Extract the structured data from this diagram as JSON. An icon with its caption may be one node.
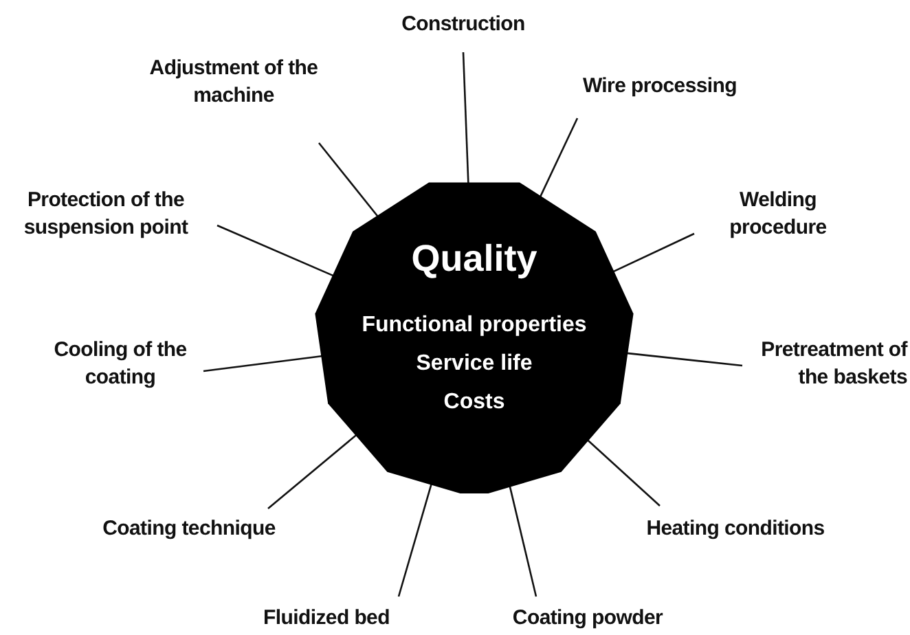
{
  "diagram": {
    "nodes": [
      {
        "text": [
          "Quality",
          "Functional properties",
          "Service life",
          "Costs"
        ]
      },
      {
        "text": [
          "Construction"
        ]
      },
      {
        "text": [
          "Wire processing"
        ]
      },
      {
        "text": [
          "Welding procedure"
        ]
      },
      {
        "text": [
          "Pretreatment of the baskets"
        ]
      },
      {
        "text": [
          "Heating conditions"
        ]
      },
      {
        "text": [
          "Coating powder"
        ]
      },
      {
        "text": [
          "Fluidized bed"
        ]
      },
      {
        "text": [
          "Coating technique"
        ]
      },
      {
        "text": [
          "Cooling of the coating"
        ]
      },
      {
        "text": [
          "Protection of the suspension point"
        ]
      },
      {
        "text": [
          "Adjustment of the machine"
        ]
      }
    ],
    "edges": [
      {
        "from": 0,
        "to": 1,
        "arrow": "none"
      },
      {
        "from": 0,
        "to": 2,
        "arrow": "none"
      },
      {
        "from": 0,
        "to": 3,
        "arrow": "none"
      },
      {
        "from": 0,
        "to": 4,
        "arrow": "none"
      },
      {
        "from": 0,
        "to": 5,
        "arrow": "none"
      },
      {
        "from": 0,
        "to": 6,
        "arrow": "none"
      },
      {
        "from": 0,
        "to": 7,
        "arrow": "none"
      },
      {
        "from": 0,
        "to": 8,
        "arrow": "none"
      },
      {
        "from": 0,
        "to": 9,
        "arrow": "none"
      },
      {
        "from": 0,
        "to": 10,
        "arrow": "none"
      },
      {
        "from": 0,
        "to": 11,
        "arrow": "none"
      }
    ]
  }
}
